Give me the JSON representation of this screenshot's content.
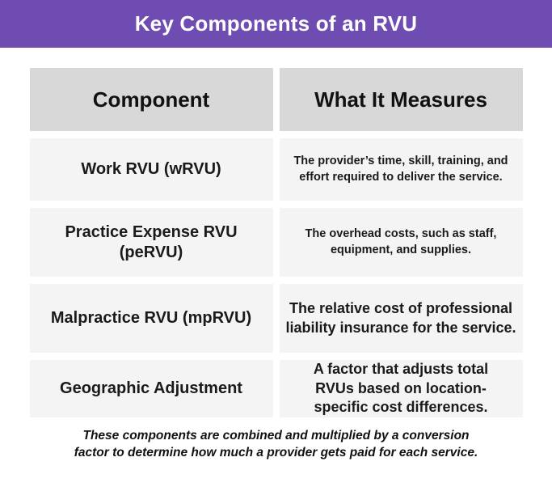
{
  "banner": {
    "title": "Key Components of an RVU",
    "bg_color": "#6F4CB2",
    "text_color": "#FFFFFF"
  },
  "table": {
    "header_bg_color": "#D8D8D8",
    "row_bg_color": "#F4F4F4",
    "columns": [
      "Component",
      "What It Measures"
    ],
    "rows": [
      {
        "component": "Work RVU (wRVU)",
        "measures": "The provider’s time, skill, training, and effort required to deliver the service."
      },
      {
        "component": "Practice Expense RVU (peRVU)",
        "measures": "The overhead costs, such as staff, equipment, and supplies."
      },
      {
        "component": "Malpractice RVU (mpRVU)",
        "measures": "The relative cost of professional liability insurance for the service."
      },
      {
        "component": "Geographic Adjustment",
        "measures": "A factor that adjusts total RVUs based on location-specific cost differences."
      }
    ]
  },
  "footer": {
    "note": "These components are combined and multiplied by a conversion factor to determine how much a provider gets paid for each service."
  }
}
